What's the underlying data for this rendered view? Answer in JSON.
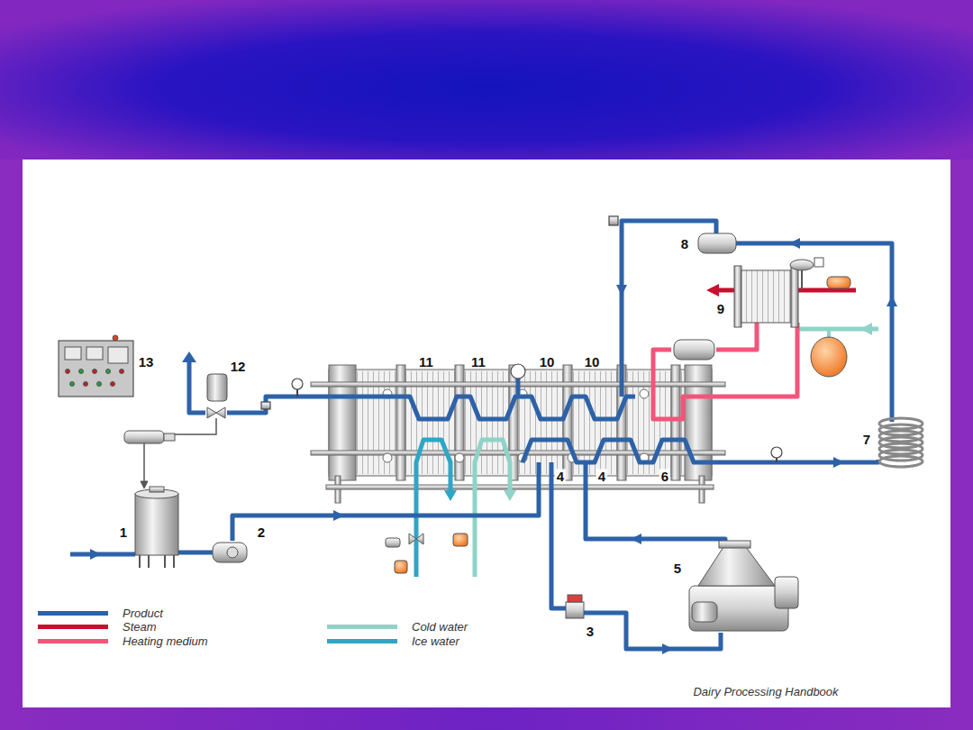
{
  "diagram": {
    "labels": [
      "1",
      "2",
      "3",
      "4",
      "4",
      "5",
      "6",
      "7",
      "8",
      "9",
      "10",
      "10",
      "11",
      "11",
      "12",
      "13",
      "Dairy Processing Handbook"
    ],
    "legend": [
      {
        "text": "Product",
        "color": "#2d62a8"
      },
      {
        "text": "Steam",
        "color": "#c8102e"
      },
      {
        "text": "Heating medium",
        "color": "#f2557a"
      },
      {
        "text": "Cold water",
        "color": "#8fd3c8"
      },
      {
        "text": "Ice water",
        "color": "#2ea6c6"
      }
    ]
  }
}
